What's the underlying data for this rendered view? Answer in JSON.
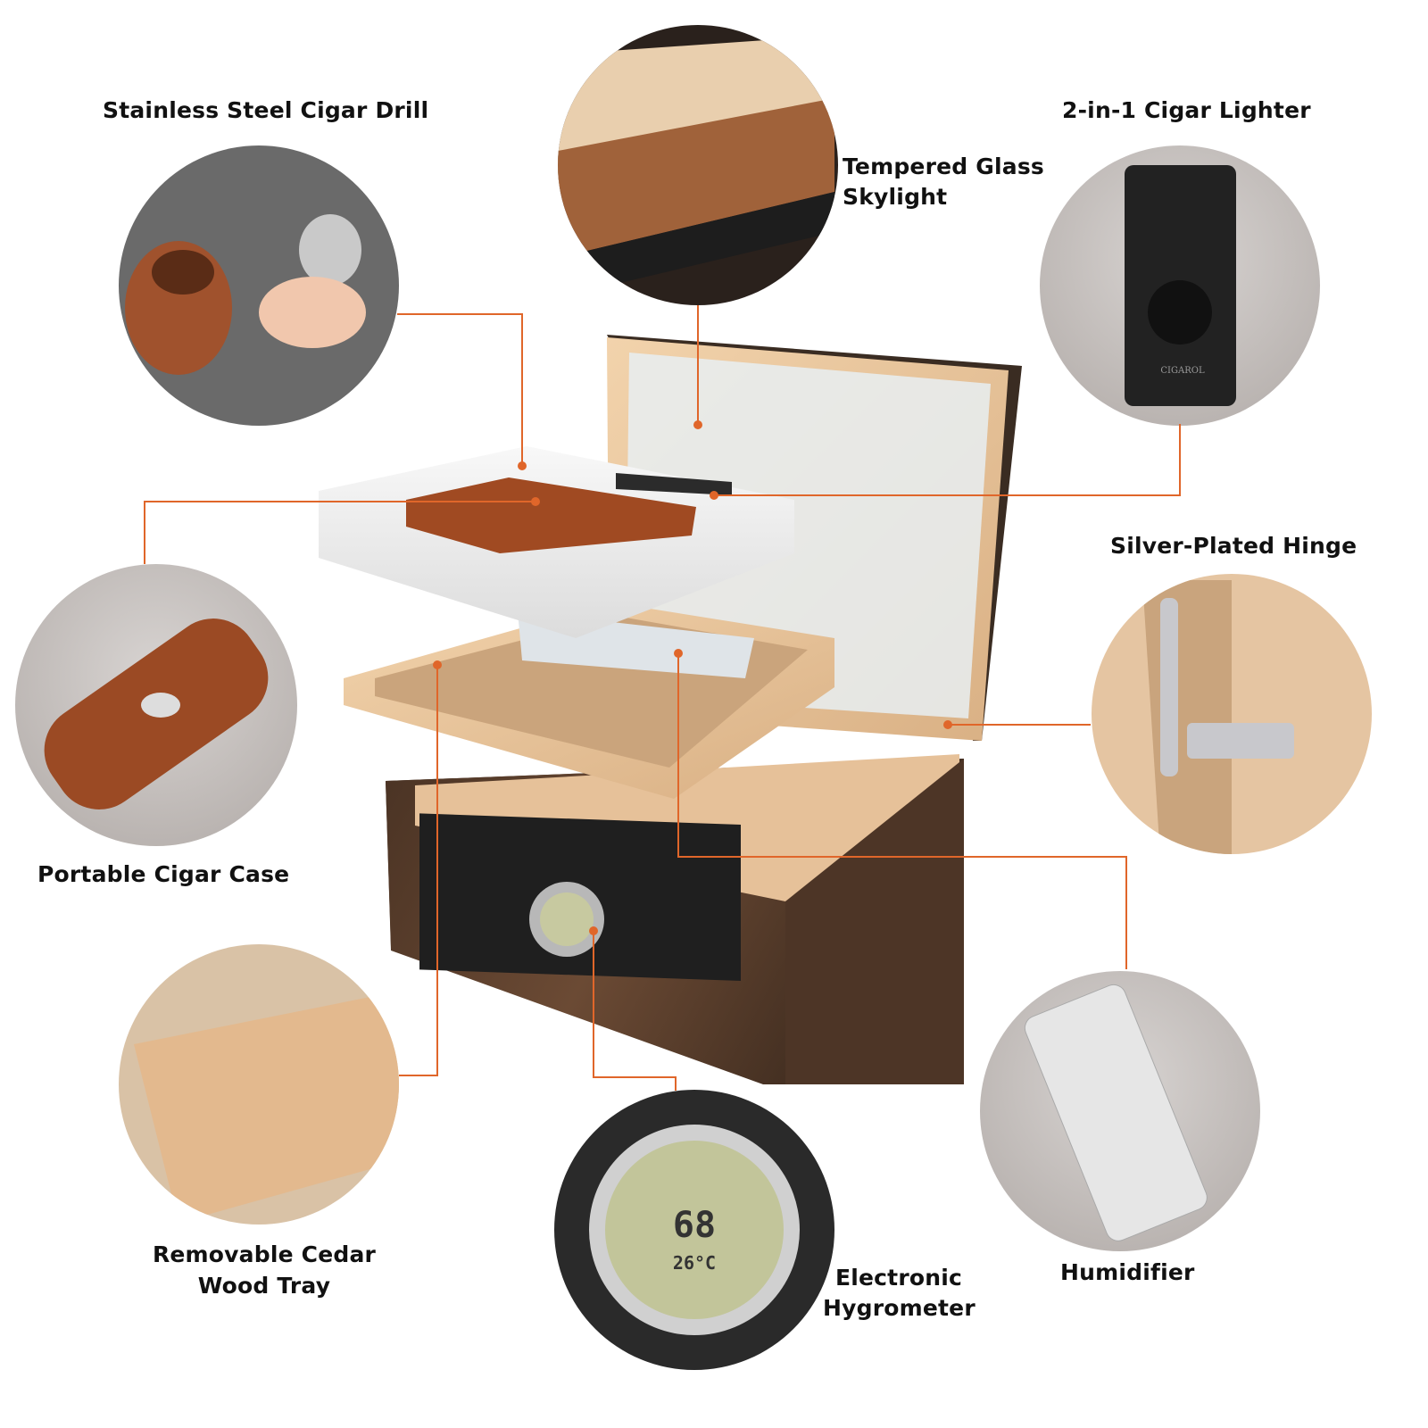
{
  "brand": "CIGAROL",
  "accent_color": "#e0662a",
  "features": {
    "drill": {
      "label": "Stainless Steel Cigar Drill"
    },
    "glass": {
      "line1": "Tempered Glass",
      "line2": "Skylight"
    },
    "lighter": {
      "label": "2-in-1 Cigar Lighter"
    },
    "hinge": {
      "label": "Silver-Plated Hinge"
    },
    "case": {
      "label": "Portable Cigar Case"
    },
    "tray": {
      "line1": "Removable Cedar",
      "line2": "Wood Tray"
    },
    "hygrometer": {
      "line1": "Electronic",
      "line2": "Hygrometer",
      "humidity": "68",
      "temperature": "26°C"
    },
    "humidifier": {
      "label": "Humidifier"
    }
  }
}
